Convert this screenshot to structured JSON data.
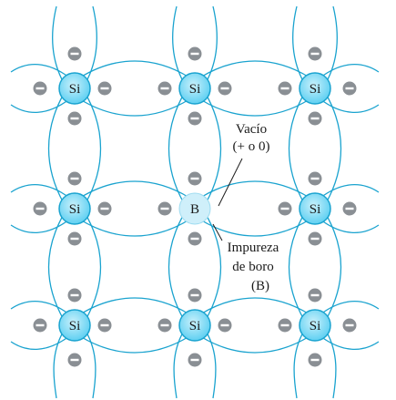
{
  "colors": {
    "bond": "#1aa3cf",
    "atom_fill": "#5fd0f2",
    "atom_fill_light": "#c8f0fb",
    "boron_fill": "#cfeffa",
    "electron": "#8a8f94",
    "text": "#1a1a1a"
  },
  "atoms": [
    {
      "label": "Si"
    },
    {
      "label": "Si"
    },
    {
      "label": "Si"
    },
    {
      "label": "Si"
    },
    {
      "label": "B"
    },
    {
      "label": "Si"
    },
    {
      "label": "Si"
    },
    {
      "label": "Si"
    },
    {
      "label": "Si"
    }
  ],
  "electron_symbol": "⊖",
  "annotations": {
    "hole_line1": "Vacío",
    "hole_line2": "(+ o 0)",
    "impurity_line1": "Impureza",
    "impurity_line2": "de boro",
    "impurity_line3": "(B)"
  }
}
